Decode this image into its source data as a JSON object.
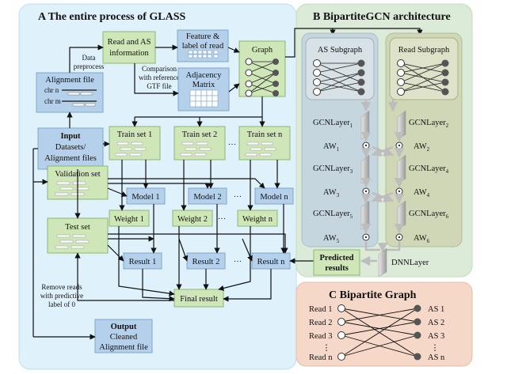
{
  "panel_a": {
    "title": "A The entire process of GLASS"
  },
  "panel_b": {
    "title": "B BipartiteGCN  architecture"
  },
  "panel_c": {
    "title": "C Bipartite Graph"
  },
  "a": {
    "read_as": [
      "Read and AS",
      "information"
    ],
    "feature": [
      "Feature &",
      "label of read"
    ],
    "graph": "Graph",
    "data_pre": [
      "Data",
      "preprocess"
    ],
    "comparison": [
      "Comparison",
      "with reference",
      "GTF file"
    ],
    "adjacency": [
      "Adjacency",
      "Matrix"
    ],
    "alignment": "Alignment file",
    "chr_n": "chr n",
    "chr_m": "chr m",
    "input_title": "Input",
    "input_lines": [
      "Datasets/",
      "Alignment files"
    ],
    "train1": "Train set 1",
    "train2": "Train set 2",
    "trainn": "Train set n",
    "dots": "···",
    "validation": "Validation set",
    "model1": "Model 1",
    "model2": "Model 2",
    "modeln": "Model n",
    "weight1": "Weight 1",
    "weight2": "Weight 2",
    "weightn": "Weight n",
    "test": "Test set",
    "result1": "Result 1",
    "result2": "Result 2",
    "resultn": "Result n",
    "final": "Final result",
    "remove": [
      "Remove reads",
      "with predictive",
      "label of 0"
    ],
    "output_title": "Output",
    "output_lines": [
      "Cleaned",
      "Alignment file"
    ]
  },
  "b": {
    "as_sub": "AS Subgraph",
    "read_sub": "Read Subgraph",
    "gcn": "GCNLayer",
    "aw": "AW",
    "subs_left": [
      "1",
      "3",
      "5"
    ],
    "subs_right": [
      "2",
      "4",
      "6"
    ],
    "predicted": [
      "Predicted",
      "results"
    ],
    "dnn": "DNNLayer"
  },
  "c": {
    "reads": [
      "Read 1",
      "Read 2",
      "Read 3",
      "⋮",
      "Read n"
    ],
    "as": [
      "AS 1",
      "AS 2",
      "AS 3",
      "⋮",
      "AS n"
    ]
  },
  "colors": {
    "panel_a_bg": "#dff1fb",
    "panel_b_bg": "#dcebd8",
    "panel_c_bg": "#f5d8c8",
    "green_box": "#cfe6b8",
    "green_border": "#8cb870",
    "blue_box": "#b5d0ea",
    "blue_border": "#7fa7cf",
    "sub_as": "#c6d6df",
    "sub_read": "#cfd7b7"
  }
}
